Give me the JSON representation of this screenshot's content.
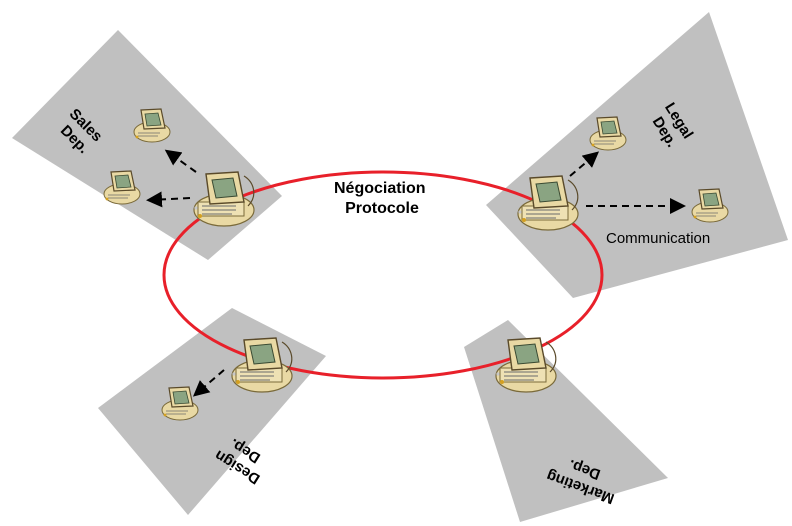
{
  "ring_label": {
    "line1": "Négociation",
    "line2": "Protocole"
  },
  "departments": {
    "sales": {
      "line1": "Sales",
      "line2": "Dep."
    },
    "legal": {
      "line1": "Legal",
      "line2": "Dep."
    },
    "design": {
      "line1": "Design",
      "line2": "Dep."
    },
    "marketing": {
      "line1": "Marketing",
      "line2": "Dep."
    }
  },
  "communication_label": "Communication",
  "colors": {
    "ring": "#e8202a",
    "department_area": "#c0c0c0",
    "computer_body": "#e9d9a4",
    "computer_screen": "#8aa482",
    "arrow": "#000000"
  },
  "icons": [
    "desktop-computer-icon",
    "workstation-icon"
  ]
}
